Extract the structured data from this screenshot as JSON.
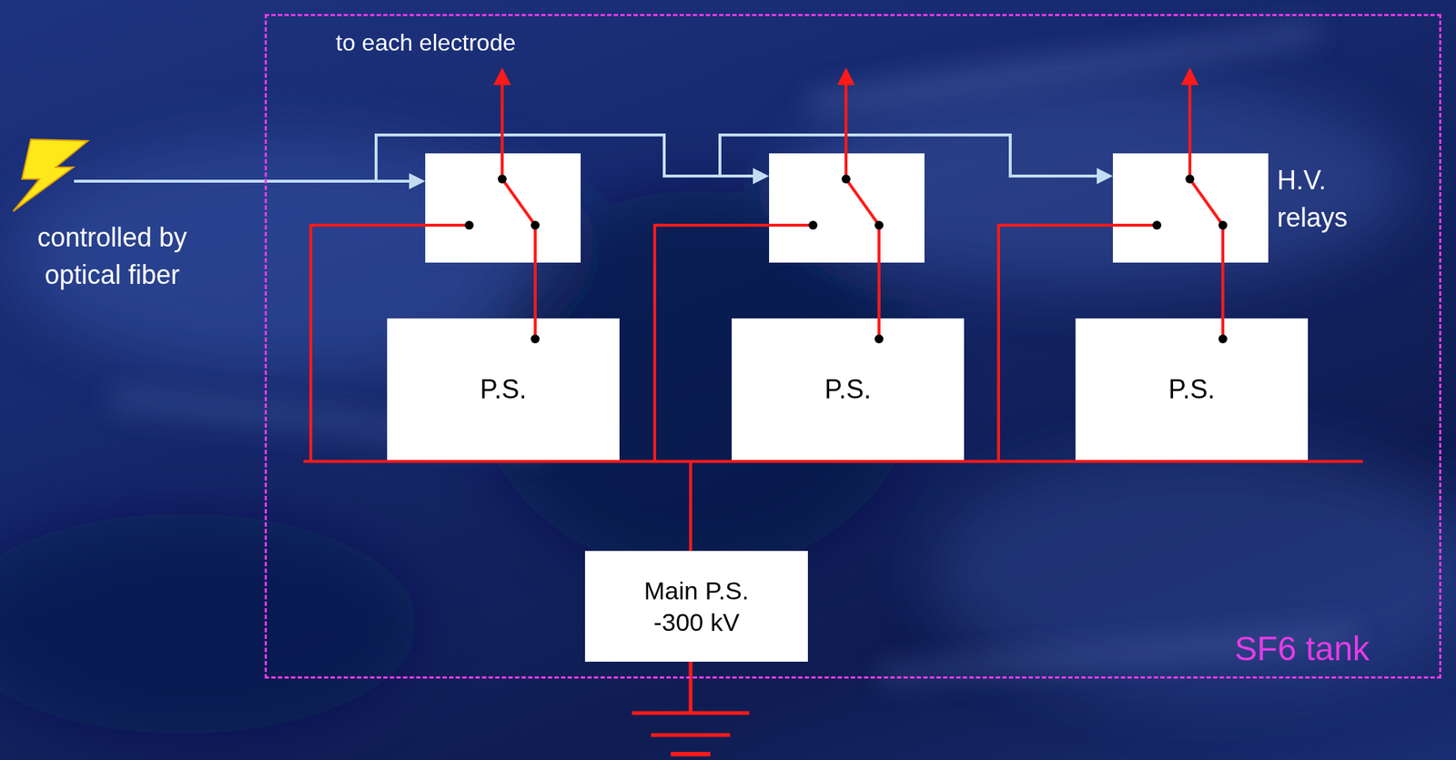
{
  "diagram": {
    "nodes": [
      {
        "text": [
          "SF6 tank"
        ]
      },
      {
        "text": [
          "P.S."
        ],
        "in": 0
      },
      {
        "text": [
          "P.S."
        ],
        "in": 0
      },
      {
        "text": [
          "P.S."
        ],
        "in": 0
      },
      {
        "text": [
          "Main P.S.",
          "-300 kV"
        ],
        "in": 0
      }
    ],
    "edges": [
      {
        "from": 4,
        "to": 1,
        "arrow": "none"
      },
      {
        "from": 4,
        "to": 2,
        "arrow": "none"
      },
      {
        "from": 4,
        "to": 3,
        "arrow": "none"
      }
    ],
    "labels": [
      "to each electrode",
      "H.V. relays",
      "controlled by optical fiber"
    ]
  }
}
